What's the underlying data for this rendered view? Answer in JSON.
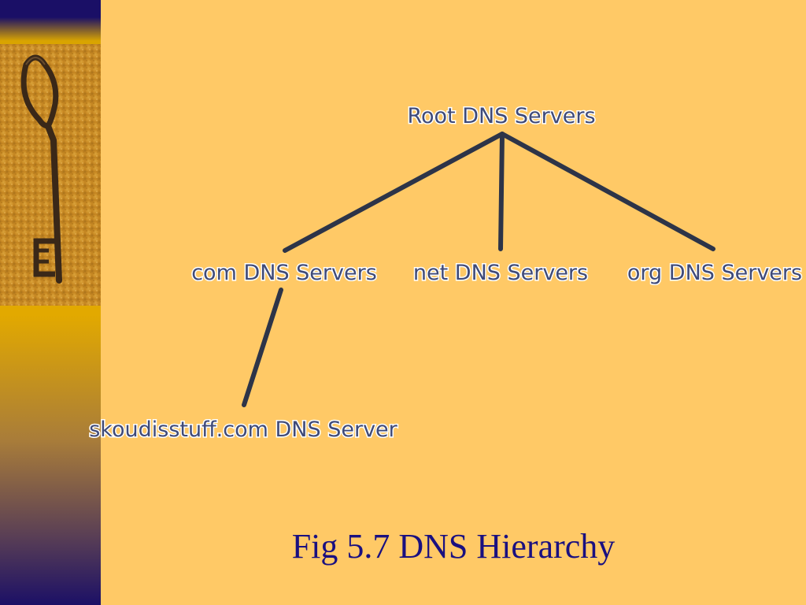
{
  "slide": {
    "caption": "Fig 5.7 DNS Hierarchy",
    "image": {
      "subject": "key-icon"
    }
  },
  "diagram": {
    "nodes": {
      "root": "Root DNS Servers",
      "com": "com DNS Servers",
      "net": "net DNS Servers",
      "org": "org DNS Servers",
      "skoudis": "skoudisstuff.com DNS Server"
    },
    "edges": [
      [
        "root",
        "com"
      ],
      [
        "root",
        "net"
      ],
      [
        "root",
        "org"
      ],
      [
        "com",
        "skoudis"
      ]
    ]
  }
}
